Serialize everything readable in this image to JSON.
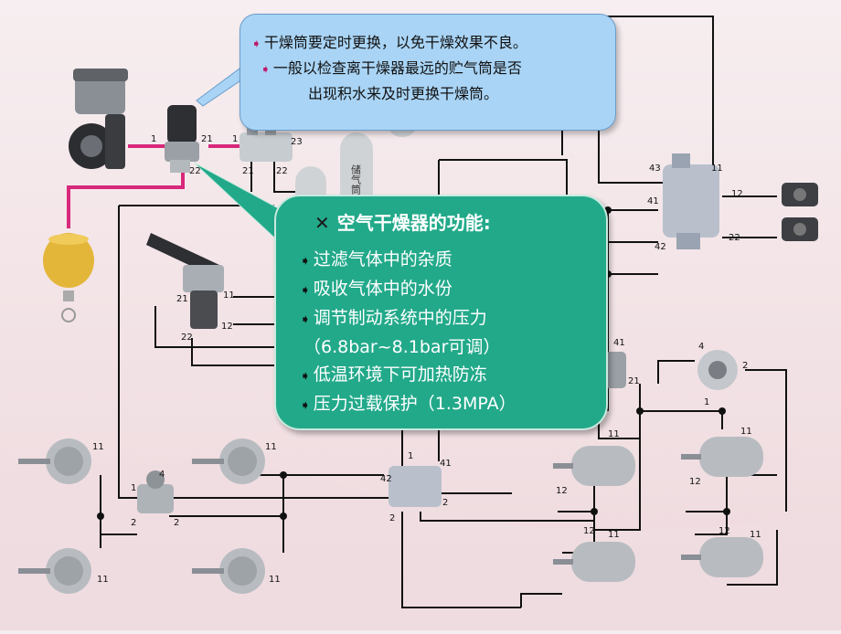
{
  "callout_note": {
    "line1": "干燥筒要定时更换，以免干燥效果不良。",
    "line2": "一般以检查离干燥器最远的贮气筒是否",
    "line3": "出现积水来及时更换干燥筒。"
  },
  "function_box": {
    "title": "空气干燥器的功能:",
    "items": [
      "过滤气体中的杂质",
      "吸收气体中的水份",
      "调节制动系统中的压力"
    ],
    "item3_detail": "（6.8bar~8.1bar可调）",
    "items2": [
      "低温环境下可加热防冻",
      "压力过载保护（1.3MPA）"
    ]
  },
  "tank_label": "储气筒",
  "port_labels": {
    "compressor_out": "1",
    "dryer_21": "21",
    "dryer_22": "22",
    "fourway_1": "1",
    "fourway_21": "21",
    "fourway_22": "22",
    "fourway_23": "23",
    "relay_43": "43",
    "relay_11": "11",
    "relay_41": "41",
    "relay_42": "42",
    "relay_12": "12",
    "relay_22": "22",
    "brake_21": "21",
    "brake_11": "11",
    "brake_12": "12",
    "brake_22": "22",
    "quick_1": "1",
    "quick_4": "4",
    "quick_2a": "2",
    "quick_2b": "2",
    "relay2_1": "1",
    "relay2_41": "41",
    "relay2_42": "42",
    "relay2_2a": "2",
    "relay2_2b": "2",
    "valveR_4": "4",
    "valveR_2": "2",
    "valveR_1": "1",
    "v41": "41",
    "v21": "21",
    "fc_tl_11": "11",
    "fc_bl_11": "11",
    "fc_tm_11": "11",
    "fc_bm_11": "11",
    "rc_tl_11": "11",
    "rc_tl_12": "12",
    "rc_tr_11": "11",
    "rc_tr_12": "12",
    "rc_bl_11": "11",
    "rc_bl_12": "12",
    "rc_br_11": "11",
    "rc_br_12": "12"
  },
  "colors": {
    "callout_bg": "#a9d4f5",
    "function_bg": "#22a98a",
    "pipe_red": "#d8287a",
    "pipe_black": "#111111",
    "bullet": "#c0186a"
  }
}
